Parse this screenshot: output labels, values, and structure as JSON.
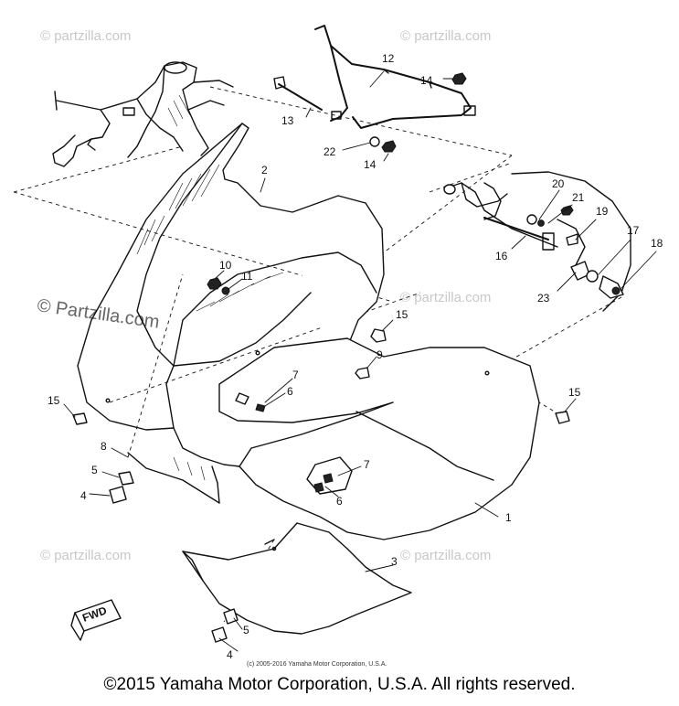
{
  "watermark": "© Partzilla.com",
  "watermark_small": "© partzilla.com",
  "fwd_badge": "FWD",
  "inner_copyright": "(c) 2005-2016 Yamaha Motor Corporation, U.S.A.",
  "footer": "©2015 Yamaha Motor Corporation, U.S.A. All rights reserved.",
  "callouts": {
    "c1": "1",
    "c2": "2",
    "c3": "3",
    "c4a": "4",
    "c4b": "4",
    "c5a": "5",
    "c5b": "5",
    "c6a": "6",
    "c6b": "6",
    "c7a": "7",
    "c7b": "7",
    "c8": "8",
    "c9": "9",
    "c10": "10",
    "c11": "11",
    "c12": "12",
    "c13": "13",
    "c14a": "14",
    "c14b": "14",
    "c15a": "15",
    "c15b": "15",
    "c15c": "15",
    "c16": "16",
    "c17": "17",
    "c18": "18",
    "c19": "19",
    "c20": "20",
    "c21": "21",
    "c22": "22",
    "c23": "23"
  }
}
